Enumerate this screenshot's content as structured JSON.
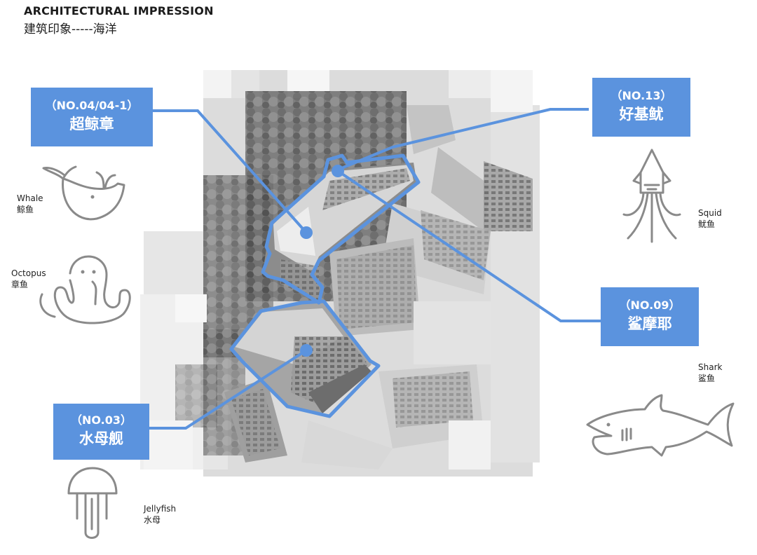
{
  "header": {
    "title_en": "ARCHITECTURAL IMPRESSION",
    "title_cn": "建筑印象-----海洋"
  },
  "tags": {
    "tag_04": {
      "number": "（NO.04/04-1）",
      "name": "超鲸章"
    },
    "tag_13": {
      "number": "（NO.13）",
      "name": "好基鱿"
    },
    "tag_09": {
      "number": "（NO.09）",
      "name": "鲨摩耶"
    },
    "tag_03": {
      "number": "（NO.03）",
      "name": "水母舰"
    }
  },
  "animals": {
    "whale": {
      "en": "Whale",
      "cn": "鲸鱼",
      "icon": "whale-icon"
    },
    "octopus": {
      "en": "Octopus",
      "cn": "章鱼",
      "icon": "octopus-icon"
    },
    "squid": {
      "en": "Squid",
      "cn": "鱿鱼",
      "icon": "squid-icon"
    },
    "shark": {
      "en": "Shark",
      "cn": "鲨鱼",
      "icon": "shark-icon"
    },
    "jellyfish": {
      "en": "Jellyfish",
      "cn": "水母",
      "icon": "jellyfish-icon"
    }
  },
  "colors": {
    "accent": "#5b93de",
    "icon_stroke": "#8a8a8a"
  }
}
